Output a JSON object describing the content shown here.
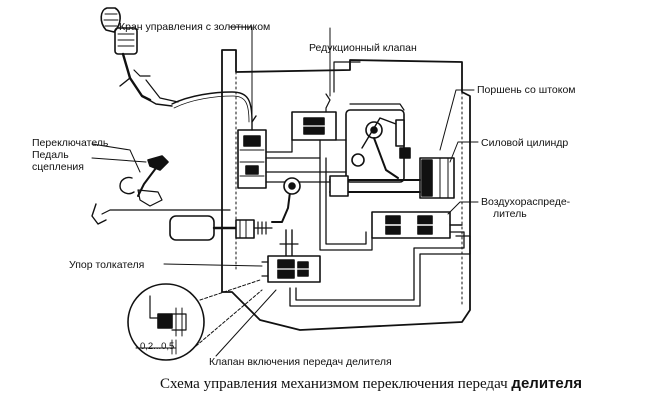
{
  "labels": {
    "valve_with_spool": "Кран управления с золотником",
    "reduction_valve": "Редукционный клапан",
    "piston_with_rod": "Поршень со штоком",
    "power_cylinder": "Силовой цилиндр",
    "switch": "Переключатель",
    "clutch_pedal_line1": "Педаль",
    "clutch_pedal_line2": "сцепления",
    "air_distributor_line1": "Воздухораспреде-",
    "air_distributor_line2": "литель",
    "pusher_stop": "Упор толкателя",
    "divider_valve": "Клапан включения передач делителя",
    "clearance": "0,2...0,5"
  },
  "caption": {
    "main": "Схема управления механизмом переключения передач ",
    "emphasis": "делителя"
  }
}
